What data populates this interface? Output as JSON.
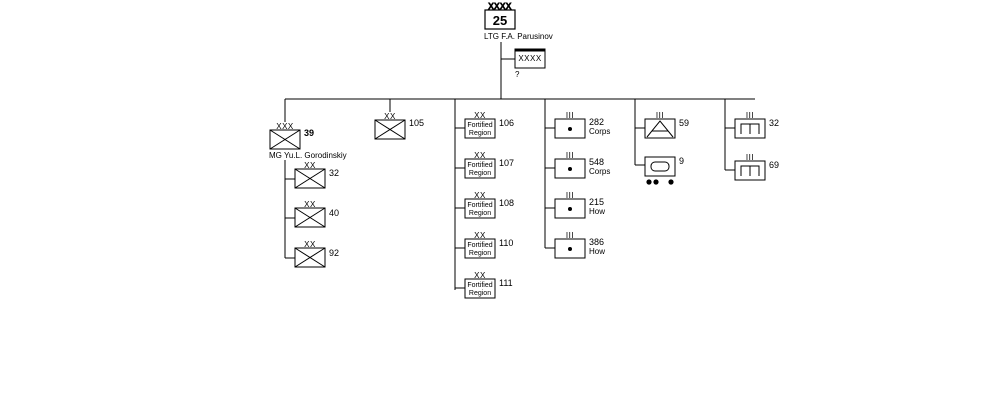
{
  "army": {
    "echelon": "XXXX",
    "number": "25",
    "commander": "LTG  F.A. Parusinov"
  },
  "attached": {
    "echelon": "XXXX",
    "number": "?"
  },
  "corps": {
    "echelon": "XXX",
    "number": "39",
    "commander": "MG  Yu.L. Gorodinskiy"
  },
  "corps_divisions": [
    {
      "echelon": "XX",
      "number": "32"
    },
    {
      "echelon": "XX",
      "number": "40"
    },
    {
      "echelon": "XX",
      "number": "92"
    }
  ],
  "division_105": {
    "echelon": "XX",
    "number": "105"
  },
  "fortified_regions": [
    {
      "echelon": "XX",
      "number": "106",
      "line1": "Fortified",
      "line2": "Region"
    },
    {
      "echelon": "XX",
      "number": "107",
      "line1": "Fortified",
      "line2": "Region"
    },
    {
      "echelon": "XX",
      "number": "108",
      "line1": "Fortified",
      "line2": "Region"
    },
    {
      "echelon": "XX",
      "number": "110",
      "line1": "Fortified",
      "line2": "Region"
    },
    {
      "echelon": "XX",
      "number": "111",
      "line1": "Fortified",
      "line2": "Region"
    }
  ],
  "artillery": [
    {
      "echelon": "III",
      "number": "282",
      "type": "Corps"
    },
    {
      "echelon": "III",
      "number": "548",
      "type": "Corps"
    },
    {
      "echelon": "III",
      "number": "215",
      "type": "How"
    },
    {
      "echelon": "III",
      "number": "386",
      "type": "How"
    }
  ],
  "air_defense": {
    "echelon": "III",
    "number": "59"
  },
  "armored_train": {
    "number": "9"
  },
  "engineers": [
    {
      "echelon": "III",
      "number": "32"
    },
    {
      "echelon": "III",
      "number": "69"
    }
  ]
}
